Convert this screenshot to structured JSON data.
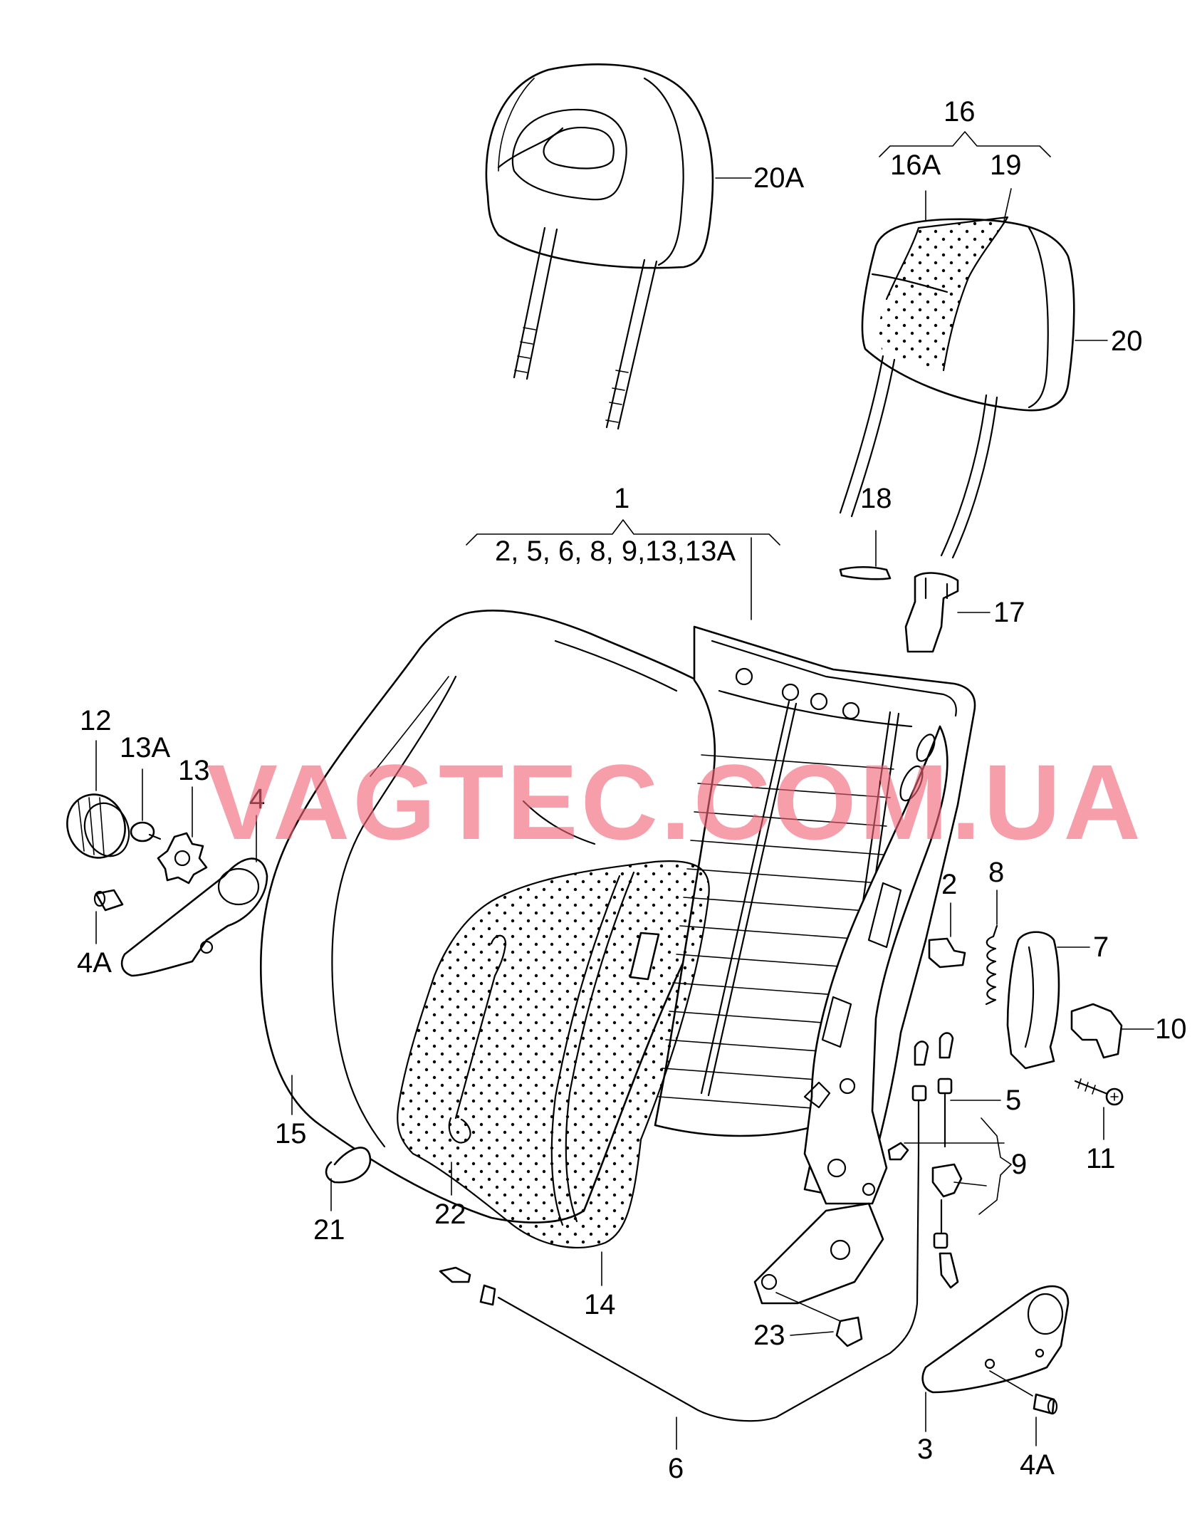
{
  "watermark": "VAGTEC.COM.UA",
  "labels": {
    "l1": "1",
    "l1_group": "2, 5, 6, 8, 9,13,13A",
    "l2": "2",
    "l3": "3",
    "l4": "4",
    "l4a_left": "4A",
    "l4a_right": "4A",
    "l5": "5",
    "l6": "6",
    "l7": "7",
    "l8": "8",
    "l9": "9",
    "l10": "10",
    "l11": "11",
    "l12": "12",
    "l13": "13",
    "l13a": "13A",
    "l14": "14",
    "l15": "15",
    "l16": "16",
    "l16a": "16A",
    "l17": "17",
    "l18": "18",
    "l19": "19",
    "l20": "20",
    "l20a": "20A",
    "l21": "21",
    "l22": "22",
    "l23": "23"
  },
  "colors": {
    "line": "#000000",
    "watermark": "#f06478",
    "background": "#ffffff"
  }
}
